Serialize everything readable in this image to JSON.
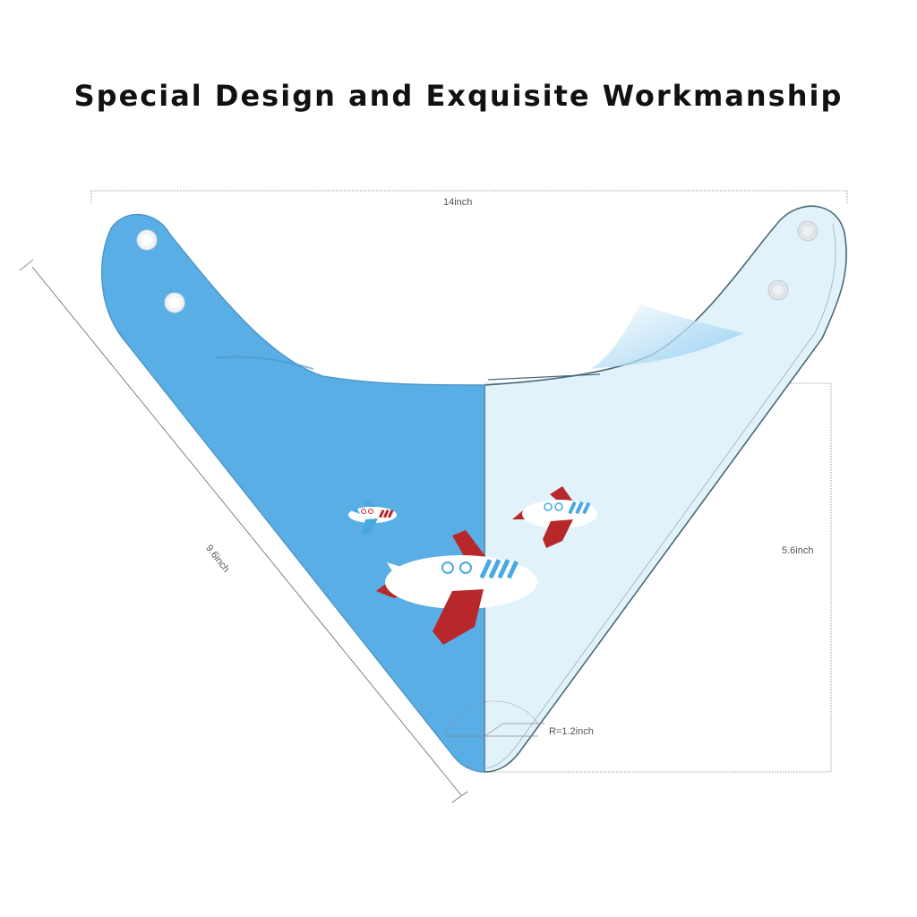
{
  "header": {
    "title": "Special Design and Exquisite Workmanship"
  },
  "dimensions": {
    "width": "14inch",
    "side": "9.6inch",
    "height": "5.6inch",
    "radius": "R=1.2inch"
  },
  "colors": {
    "bib_front": "#5aaee6",
    "bib_back": "#e2f2fb",
    "outline": "#4a6878",
    "plane_red": "#b8282b",
    "plane_white": "#ffffff",
    "plane_stripe": "#4aa8e0",
    "snap": "#f1f4f6",
    "dim_line": "#888888"
  },
  "icons": [
    "snap-button-icon",
    "airplane-icon"
  ]
}
